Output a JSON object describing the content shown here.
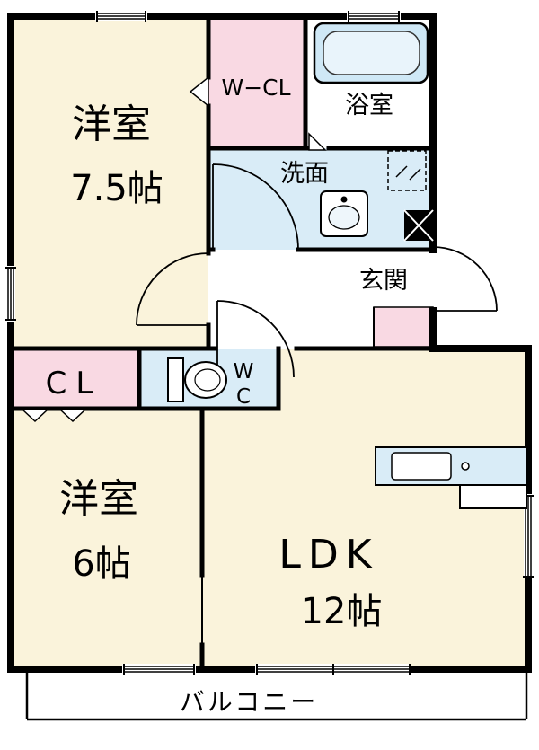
{
  "colors": {
    "cream": "#FAF3DB",
    "pink": "#F9D9E3",
    "blue": "#D9ECF7",
    "tub": "#CFE8F6",
    "tub_inner": "#E9F4FB",
    "wall": "#000000",
    "white": "#FFFFFF"
  },
  "rooms": {
    "yoshitsu75": {
      "name": "洋室",
      "size": "7.5帖"
    },
    "wcl": {
      "label": "W−CL"
    },
    "bath": {
      "label": "浴室"
    },
    "senmen": {
      "label": "洗面"
    },
    "genkan": {
      "label": "玄関"
    },
    "cl": {
      "label": "CL"
    },
    "wc": {
      "line1": "W",
      "line2": "C"
    },
    "yoshitsu6": {
      "name": "洋室",
      "size": "6帖"
    },
    "ldk": {
      "name": "LDK",
      "size": "12帖"
    },
    "balcony": {
      "label": "バルコニー"
    }
  }
}
